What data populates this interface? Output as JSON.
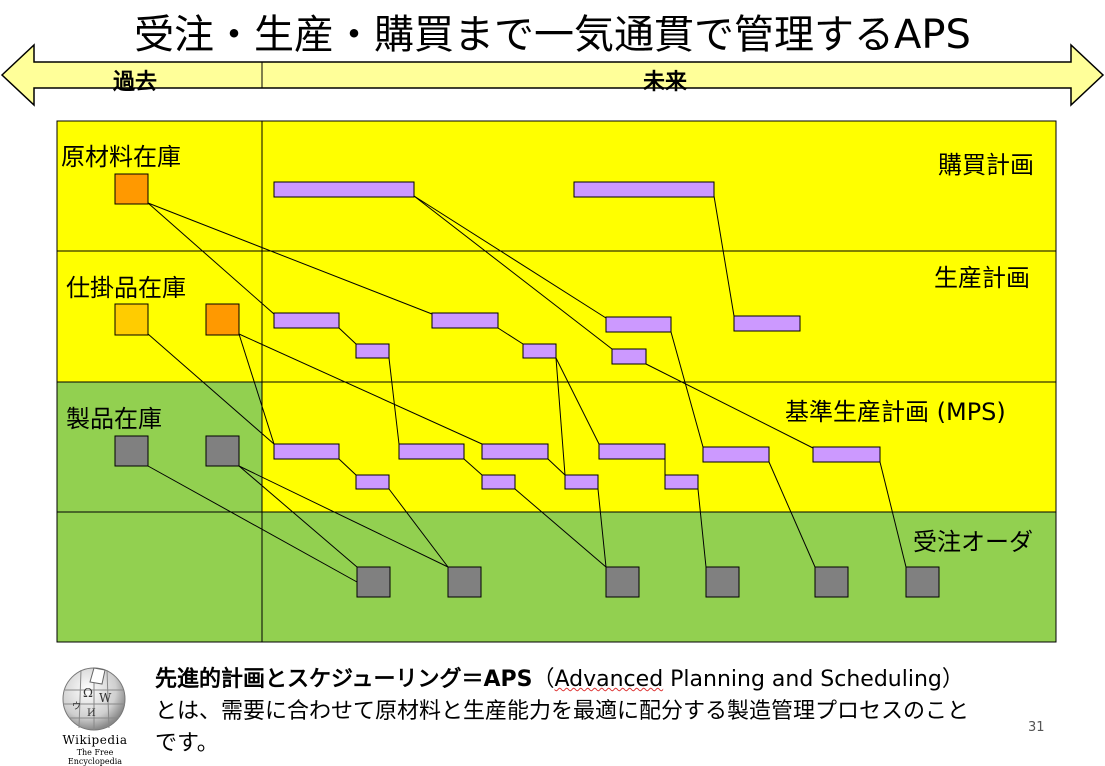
{
  "title": "受注・生産・購買まで一気通貫で管理するAPS",
  "timeline": {
    "past_label": "過去",
    "future_label": "未来"
  },
  "rows": [
    {
      "left_label": "原材料在庫",
      "right_label": "購買計画",
      "color": "#ffff00"
    },
    {
      "left_label": "仕掛品在庫",
      "right_label": "生産計画",
      "color": "#ffff00"
    },
    {
      "left_label": "製品在庫",
      "right_label": "基準生産計画 (MPS)",
      "color": "#92d050"
    },
    {
      "left_label": "",
      "right_label": "受注オーダ",
      "color": "#92d050"
    }
  ],
  "colors": {
    "yellow": "#ffff00",
    "green": "#92d050",
    "plan_bar": "#cc99ff",
    "raw_stock": "#ff9900",
    "wip_stock_light": "#ffcc00",
    "product_stock": "#808080",
    "arrow_fill": "#ffff99"
  },
  "description": {
    "bold_text": "先進的計画とスケジューリング＝APS",
    "underlined_text": "Advanced",
    "rest_text": "（Advanced Planning and Scheduling）とは、需要に合わせて原材料と生産能力を最適に配分する製造管理プロセスのことです。"
  },
  "logo": {
    "name": "Wikipedia",
    "tagline": "The Free Encyclopedia",
    "icon": "wikipedia-globe-icon"
  },
  "page_number": "31"
}
